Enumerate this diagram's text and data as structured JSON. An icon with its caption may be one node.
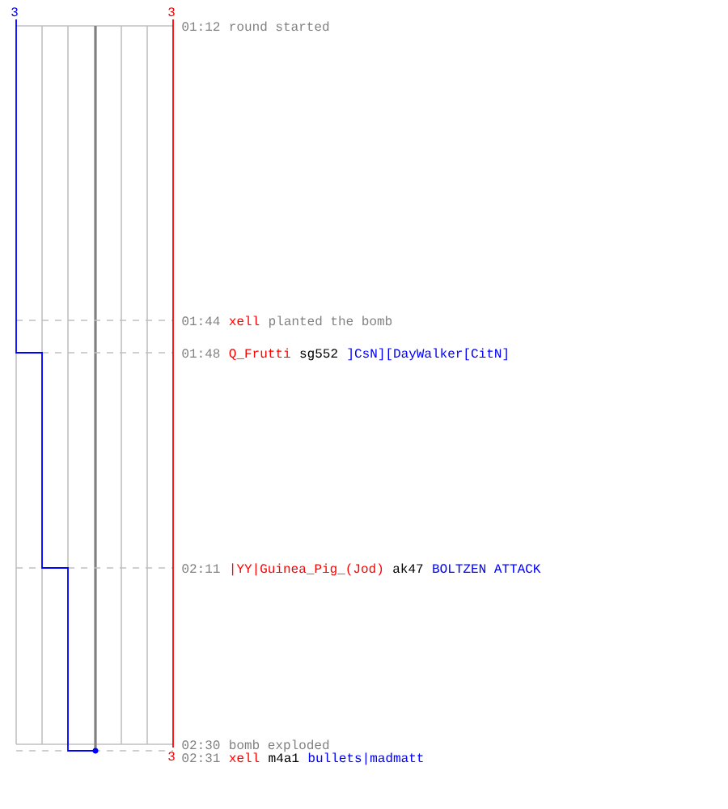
{
  "diagram": {
    "labels": [
      "3",
      "3",
      "01:12",
      "round started",
      "01:44",
      "xell",
      "planted the bomb",
      "01:48",
      "Q_Frutti",
      "sg552",
      "]CsN][DayWalker[CitN]",
      "02:11",
      "|YY|Guinea_Pig_(Jod)",
      "ak47",
      "BOLTZEN ATTACK",
      "02:30",
      "bomb exploded",
      "3",
      "02:31",
      "xell",
      "m4a1",
      "bullets|madmatt"
    ]
  }
}
